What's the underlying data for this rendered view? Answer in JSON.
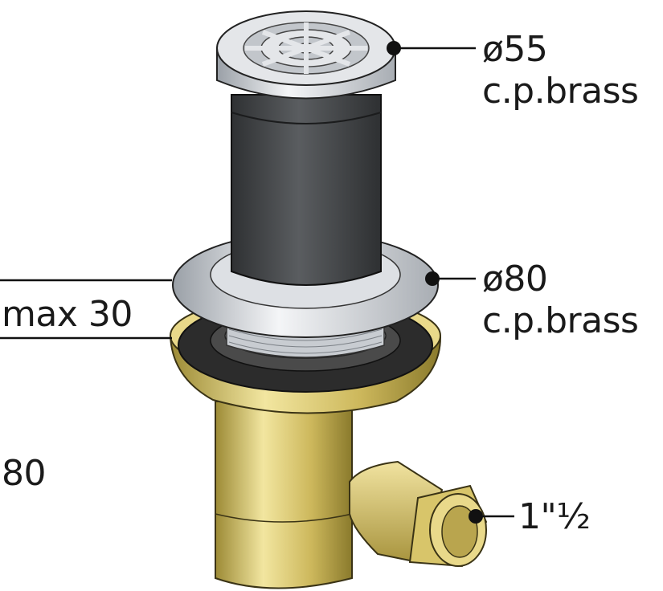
{
  "labels": {
    "grate_diameter": "ø55",
    "grate_material": "c.p.brass",
    "flange_diameter": "ø80",
    "flange_material": "c.p.brass",
    "max_thickness": "max 30",
    "left_dimension": "80",
    "outlet_size": "1\"½"
  },
  "colors": {
    "chrome": "#c9cdd3",
    "dark_tube": "#4a4d50",
    "brass": "#d8c56a",
    "rubber": "#3a3a3a",
    "line": "#111111"
  }
}
